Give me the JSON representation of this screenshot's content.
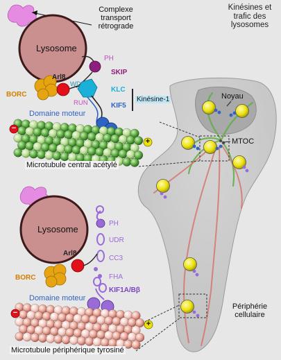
{
  "title": "Kinésines et\ntrafic des\nlysosomes",
  "colors": {
    "lysosome": "#c9908f",
    "arl8": "#e3101a",
    "borc": "#e6a412",
    "skip": "#8e1e7c",
    "klc": "#1ab0d8",
    "kif5": "#2f63c4",
    "kif1": "#9a6ad8",
    "retrograde": "#e58be2",
    "microtubule_green": "#5ea84a",
    "microtubule_red": "#e7a49a",
    "lysosome_cell": "#ece20e"
  },
  "top_panel": {
    "retrograde_label": "Complexe\ntransport\nrétrograde",
    "lysosome_label": "Lysosome",
    "ph_label": "PH",
    "skip_label": "SKIP",
    "arl8_label": "Arl8",
    "wd_label": "WD",
    "run_label": "RUN",
    "borc_label": "BORC",
    "klc_label": "KLC",
    "kif5_label": "KIF5",
    "kinesin_label": "Kinésine-1",
    "motor_label": "Domaine moteur",
    "minus_label": "−",
    "plus_label": "+",
    "microtubule_label": "Microtubule central acétylé"
  },
  "bottom_panel": {
    "lysosome_label": "Lysosome",
    "ph_label": "PH",
    "udr_label": "UDR",
    "arl8_label": "Arl8",
    "cc3_label": "CC3",
    "borc_label": "BORC",
    "fha_label": "FHA",
    "kif1_label": "KIF1A/Bβ",
    "motor_label": "Domaine moteur",
    "minus_label": "−",
    "plus_label": "+",
    "microtubule_label": "Microtubule périphérique tyrosiné"
  },
  "cell": {
    "nucleus_label": "Noyau",
    "mtoc_label": "MTOC",
    "periphery_label": "Périphérie\ncellulaire"
  }
}
